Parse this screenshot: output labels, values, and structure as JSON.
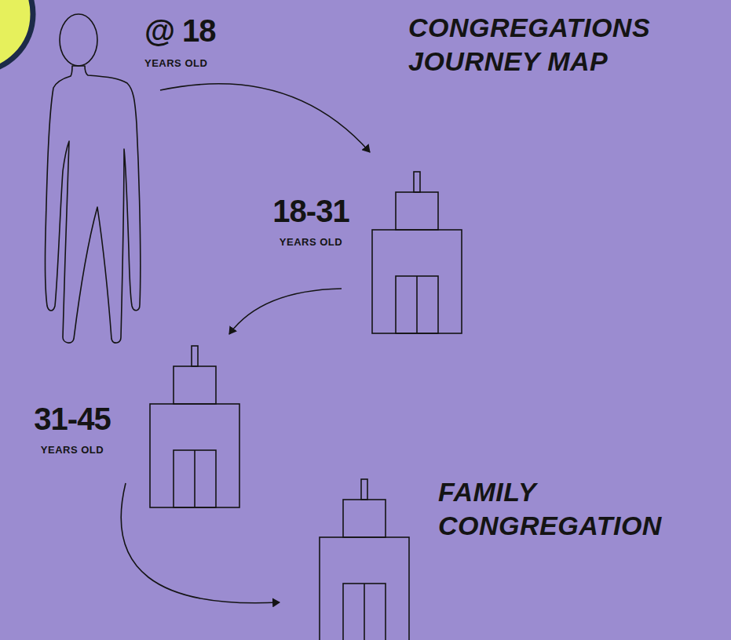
{
  "diagram": {
    "title": "CONGREGATIONS JOURNEY MAP",
    "nodes": [
      {
        "text": [
          "@ 18",
          "YEARS OLD"
        ]
      },
      {
        "text": [
          "18-31",
          "YEARS OLD"
        ]
      },
      {
        "text": [
          "31-45",
          "YEARS OLD"
        ]
      },
      {
        "text": [
          "FAMILY CONGREGATION"
        ]
      }
    ],
    "edges": [
      {
        "from": 0,
        "to": 1,
        "arrow": "to"
      },
      {
        "from": 1,
        "to": 2,
        "arrow": "to"
      },
      {
        "from": 2,
        "to": 3,
        "arrow": "to"
      }
    ]
  }
}
